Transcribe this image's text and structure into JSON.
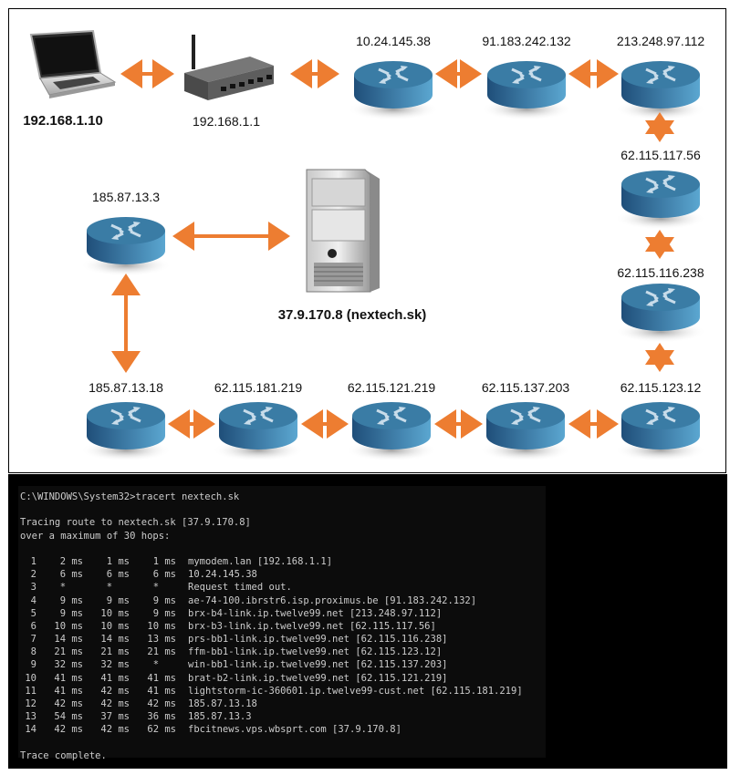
{
  "diagram": {
    "source": {
      "label": "192.168.1.10",
      "icon": "laptop-icon"
    },
    "modem": {
      "label": "192.168.1.1",
      "icon": "modem-icon"
    },
    "routers": [
      {
        "label": "10.24.145.38"
      },
      {
        "label": "91.183.242.132"
      },
      {
        "label": "213.248.97.112"
      },
      {
        "label": "62.115.117.56"
      },
      {
        "label": "62.115.116.238"
      },
      {
        "label": "62.115.123.12"
      },
      {
        "label": "62.115.137.203"
      },
      {
        "label": "62.115.121.219"
      },
      {
        "label": "62.115.181.219"
      },
      {
        "label": "185.87.13.18"
      },
      {
        "label": "185.87.13.3"
      }
    ],
    "destination": {
      "label": "37.9.170.8 (nextech.sk)",
      "icon": "server-icon"
    },
    "colors": {
      "arrow": "#ed7d31",
      "router_dark": "#1f4e79",
      "router_light": "#5ba7d1",
      "router_top": "#3a7ca5"
    }
  },
  "terminal": {
    "prompt": "C:\\WINDOWS\\System32>tracert nextech.sk",
    "heading1": "Tracing route to nextech.sk [37.9.170.8]",
    "heading2": "over a maximum of 30 hops:",
    "hops": [
      {
        "n": "1",
        "r1": "2 ms",
        "r2": "1 ms",
        "r3": "1 ms",
        "host": "mymodem.lan [192.168.1.1]"
      },
      {
        "n": "2",
        "r1": "6 ms",
        "r2": "6 ms",
        "r3": "6 ms",
        "host": "10.24.145.38"
      },
      {
        "n": "3",
        "r1": "*   ",
        "r2": "*   ",
        "r3": "*   ",
        "host": "Request timed out."
      },
      {
        "n": "4",
        "r1": "9 ms",
        "r2": "9 ms",
        "r3": "9 ms",
        "host": "ae-74-100.ibrstr6.isp.proximus.be [91.183.242.132]"
      },
      {
        "n": "5",
        "r1": "9 ms",
        "r2": "10 ms",
        "r3": "9 ms",
        "host": "brx-b4-link.ip.twelve99.net [213.248.97.112]"
      },
      {
        "n": "6",
        "r1": "10 ms",
        "r2": "10 ms",
        "r3": "10 ms",
        "host": "brx-b3-link.ip.twelve99.net [62.115.117.56]"
      },
      {
        "n": "7",
        "r1": "14 ms",
        "r2": "14 ms",
        "r3": "13 ms",
        "host": "prs-bb1-link.ip.twelve99.net [62.115.116.238]"
      },
      {
        "n": "8",
        "r1": "21 ms",
        "r2": "21 ms",
        "r3": "21 ms",
        "host": "ffm-bb1-link.ip.twelve99.net [62.115.123.12]"
      },
      {
        "n": "9",
        "r1": "32 ms",
        "r2": "32 ms",
        "r3": "*   ",
        "host": "win-bb1-link.ip.twelve99.net [62.115.137.203]"
      },
      {
        "n": "10",
        "r1": "41 ms",
        "r2": "41 ms",
        "r3": "41 ms",
        "host": "brat-b2-link.ip.twelve99.net [62.115.121.219]"
      },
      {
        "n": "11",
        "r1": "41 ms",
        "r2": "42 ms",
        "r3": "41 ms",
        "host": "lightstorm-ic-360601.ip.twelve99-cust.net [62.115.181.219]"
      },
      {
        "n": "12",
        "r1": "42 ms",
        "r2": "42 ms",
        "r3": "42 ms",
        "host": "185.87.13.18"
      },
      {
        "n": "13",
        "r1": "54 ms",
        "r2": "37 ms",
        "r3": "36 ms",
        "host": "185.87.13.3"
      },
      {
        "n": "14",
        "r1": "42 ms",
        "r2": "42 ms",
        "r3": "62 ms",
        "host": "fbcitnews.vps.wbsprt.com [37.9.170.8]"
      }
    ],
    "footer": "Trace complete."
  }
}
